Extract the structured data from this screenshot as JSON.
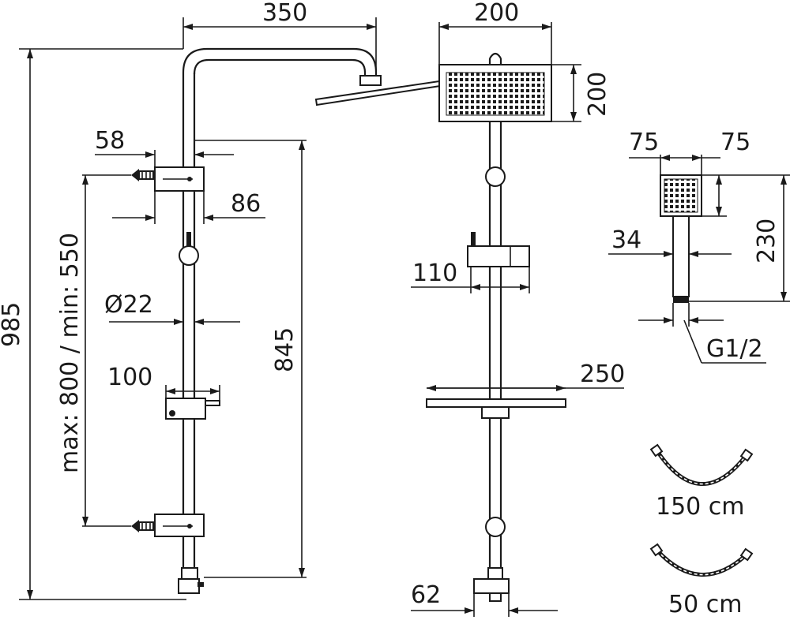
{
  "dimensions": {
    "head_reach": "350",
    "head_width": "200",
    "head_depth": "200",
    "hand_head_left": "75",
    "hand_head_right": "75",
    "wall_bracket_offset": "58",
    "wall_bracket_depth": "86",
    "rail_adjust": "max: 800 / min: 550",
    "total_height": "985",
    "pipe_diameter": "Ø22",
    "slider_width": "100",
    "bar_height": "845",
    "holder_width": "110",
    "shelf_width": "250",
    "hand_length": "230",
    "hand_handle_width": "34",
    "thread": "G1/2",
    "diverter_width": "62"
  },
  "hoses": [
    {
      "label": "150 cm"
    },
    {
      "label": "50 cm"
    }
  ]
}
